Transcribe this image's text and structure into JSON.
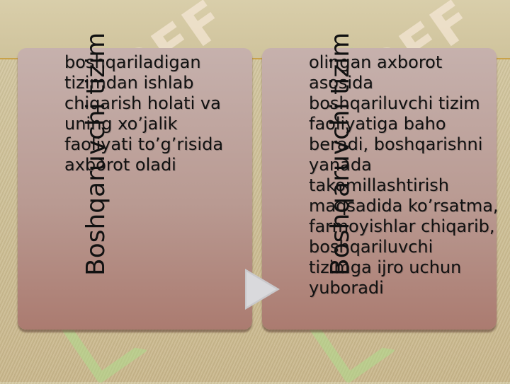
{
  "diagram": {
    "left_card": {
      "title": "Boshqaruvchi tizim",
      "text": "boshqariladigan tizimdan ishlab chiqarish holati va uning xo’jalik faoliyati to’g’risida axborot oladi"
    },
    "right_card": {
      "title": "Boshqaruvchi tizim",
      "text": "olingan axborot asosida boshqariluvchi tizim faoliyatiga baho beradi, boshqarishni yanada takomillashtirish maqsadida ko’rsatma, farmoyishlar chiqarib, boshqariluvchi tizimga ijro uchun yuboradi"
    },
    "watermark": "SOFF"
  },
  "colors": {
    "background": "#cfc39c",
    "card_top": "#c6b1ad",
    "card_bottom": "#ab7b70",
    "arrow": "#c9c9cc",
    "accent_line": "#c9a24a"
  }
}
